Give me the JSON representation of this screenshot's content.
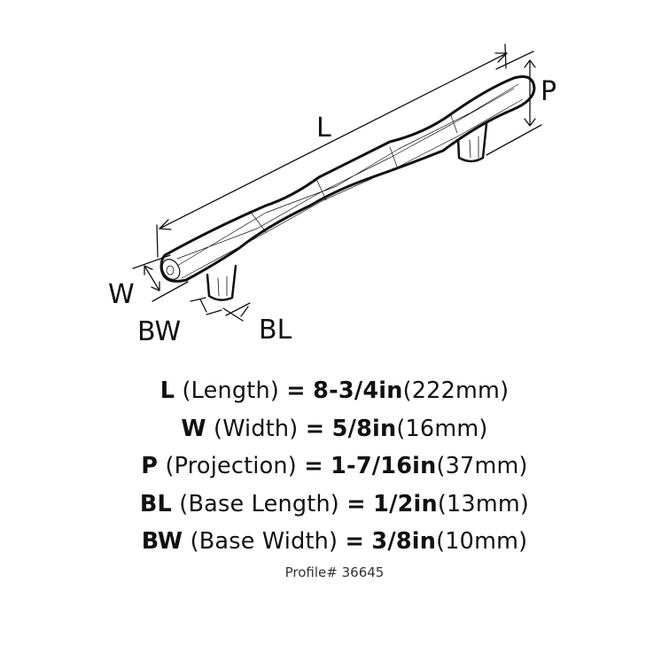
{
  "diagram": {
    "labels": {
      "length": "L",
      "projection": "P",
      "width": "W",
      "base_width": "BW",
      "base_length": "BL"
    }
  },
  "specs": [
    {
      "code": "L",
      "name": "(Length)",
      "eq": "=",
      "inch": "8-3/4in",
      "mm": "(222mm)"
    },
    {
      "code": "W",
      "name": "(Width)",
      "eq": "=",
      "inch": "5/8in",
      "mm": "(16mm)"
    },
    {
      "code": "P",
      "name": "(Projection)",
      "eq": "=",
      "inch": "1-7/16in",
      "mm": "(37mm)"
    },
    {
      "code": "BL",
      "name": "(Base Length)",
      "eq": "=",
      "inch": "1/2in",
      "mm": "(13mm)"
    },
    {
      "code": "BW",
      "name": "(Base Width)",
      "eq": "=",
      "inch": "3/8in",
      "mm": "(10mm)"
    }
  ],
  "profile": "Profile# 36645",
  "colors": {
    "line": "#111111",
    "background": "#ffffff"
  }
}
